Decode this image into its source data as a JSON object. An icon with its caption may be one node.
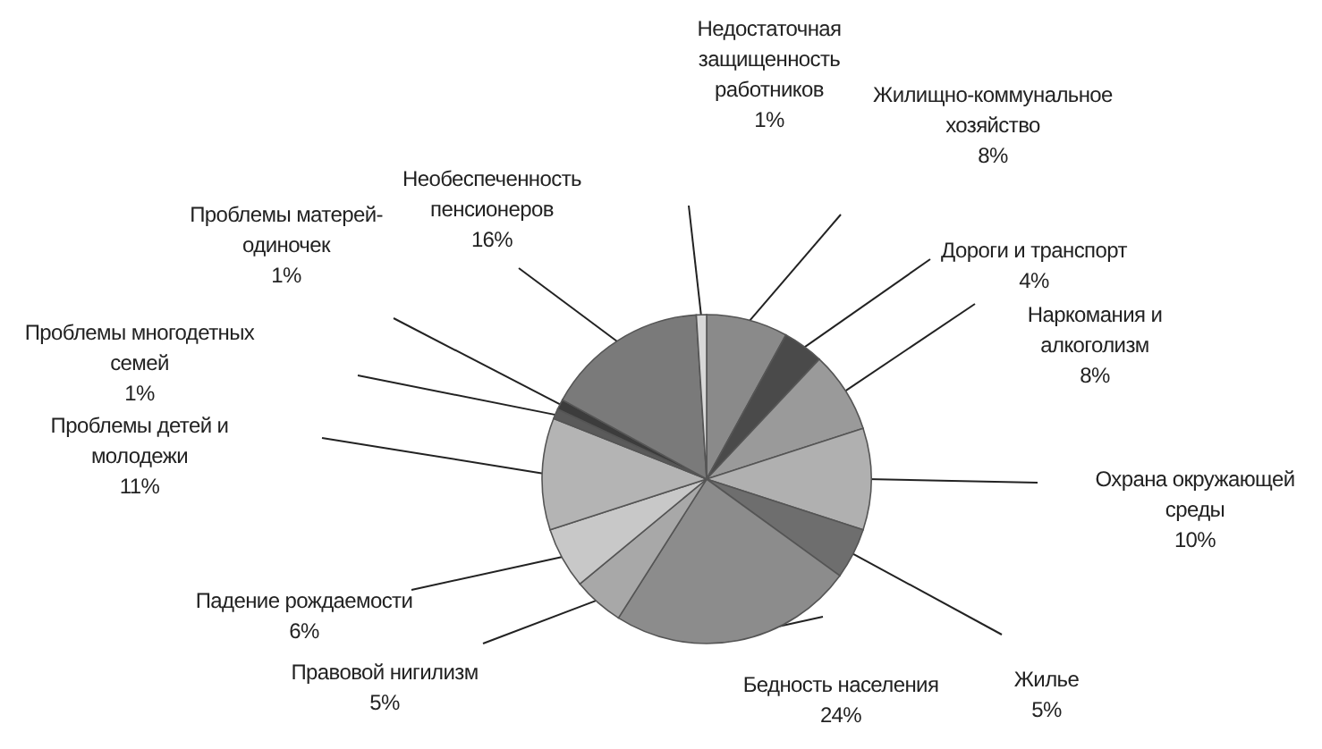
{
  "diagram": {
    "chart_data": {
      "type": "pie",
      "categories": [
        "Жилищно-коммунальное хозяйство",
        "Дороги и транспорт",
        "Наркомания и алкоголизм",
        "Охрана окружающей среды",
        "Жилье",
        "Бедность населения",
        "Правовой нигилизм",
        "Падение рождаемости",
        "Проблемы детей и молодежи",
        "Проблемы многодетных семей",
        "Проблемы матерей-одиночек",
        "Необеспеченность пенсионеров",
        "Недостаточная защищенность работников"
      ],
      "values": [
        8,
        4,
        8,
        10,
        5,
        24,
        5,
        6,
        11,
        1,
        1,
        16,
        1
      ],
      "data_labels": true,
      "value_labels": [
        "8%",
        "4%",
        "8%",
        "10%",
        "5%",
        "24%",
        "5%",
        "6%",
        "11%",
        "1%",
        "1%",
        "16%",
        "1%"
      ]
    }
  }
}
